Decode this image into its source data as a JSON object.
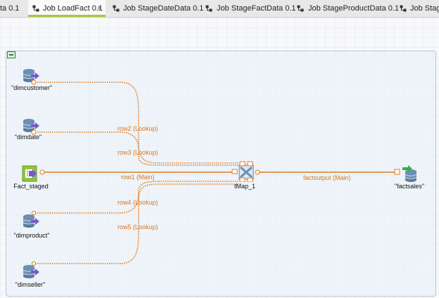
{
  "tabs": [
    {
      "label": "ta 0.1",
      "icon": "job-icon",
      "active": false
    },
    {
      "label": "Job LoadFact 0.1",
      "icon": "job-icon",
      "active": true,
      "close": "×"
    },
    {
      "label": "Job StageDateData 0.1",
      "icon": "job-icon",
      "active": false
    },
    {
      "label": "Job StageFactData 0.1",
      "icon": "job-icon",
      "active": false
    },
    {
      "label": "Job StageProductData 0.1",
      "icon": "job-icon",
      "active": false
    },
    {
      "label": "Job StageP",
      "icon": "job-icon",
      "active": false
    }
  ],
  "components": {
    "dimcustomer": {
      "label": "\"dimcustomer\"",
      "icon": "database-input-icon"
    },
    "dimdate": {
      "label": "\"dimdate\"",
      "icon": "database-input-icon"
    },
    "fact_staged": {
      "label": "Fact_staged",
      "icon": "file-input-icon"
    },
    "dimproduct": {
      "label": "\"dimproduct\"",
      "icon": "database-input-icon"
    },
    "dimseller": {
      "label": "\"dimseller\"",
      "icon": "database-input-icon"
    },
    "tmap": {
      "label": "tMap_1",
      "icon": "tmap-icon"
    },
    "factsales": {
      "label": "\"factsales\"",
      "icon": "database-output-icon"
    }
  },
  "links": {
    "row2": "row2 (Lookup)",
    "row3": "row3 (Lookup)",
    "row1": "row1 (Main)",
    "row4": "row4 (Lookup)",
    "row5": "row5 (Lookup)",
    "factoutput": "factoutput (Main)"
  },
  "colors": {
    "link": "#e07b1f",
    "tab_active_underline": "#a6c93a",
    "db_icon": "#6b8fb5",
    "arrow": "#7b58c9",
    "file_icon": "#8cc63f",
    "output_arrow": "#2db34a"
  }
}
